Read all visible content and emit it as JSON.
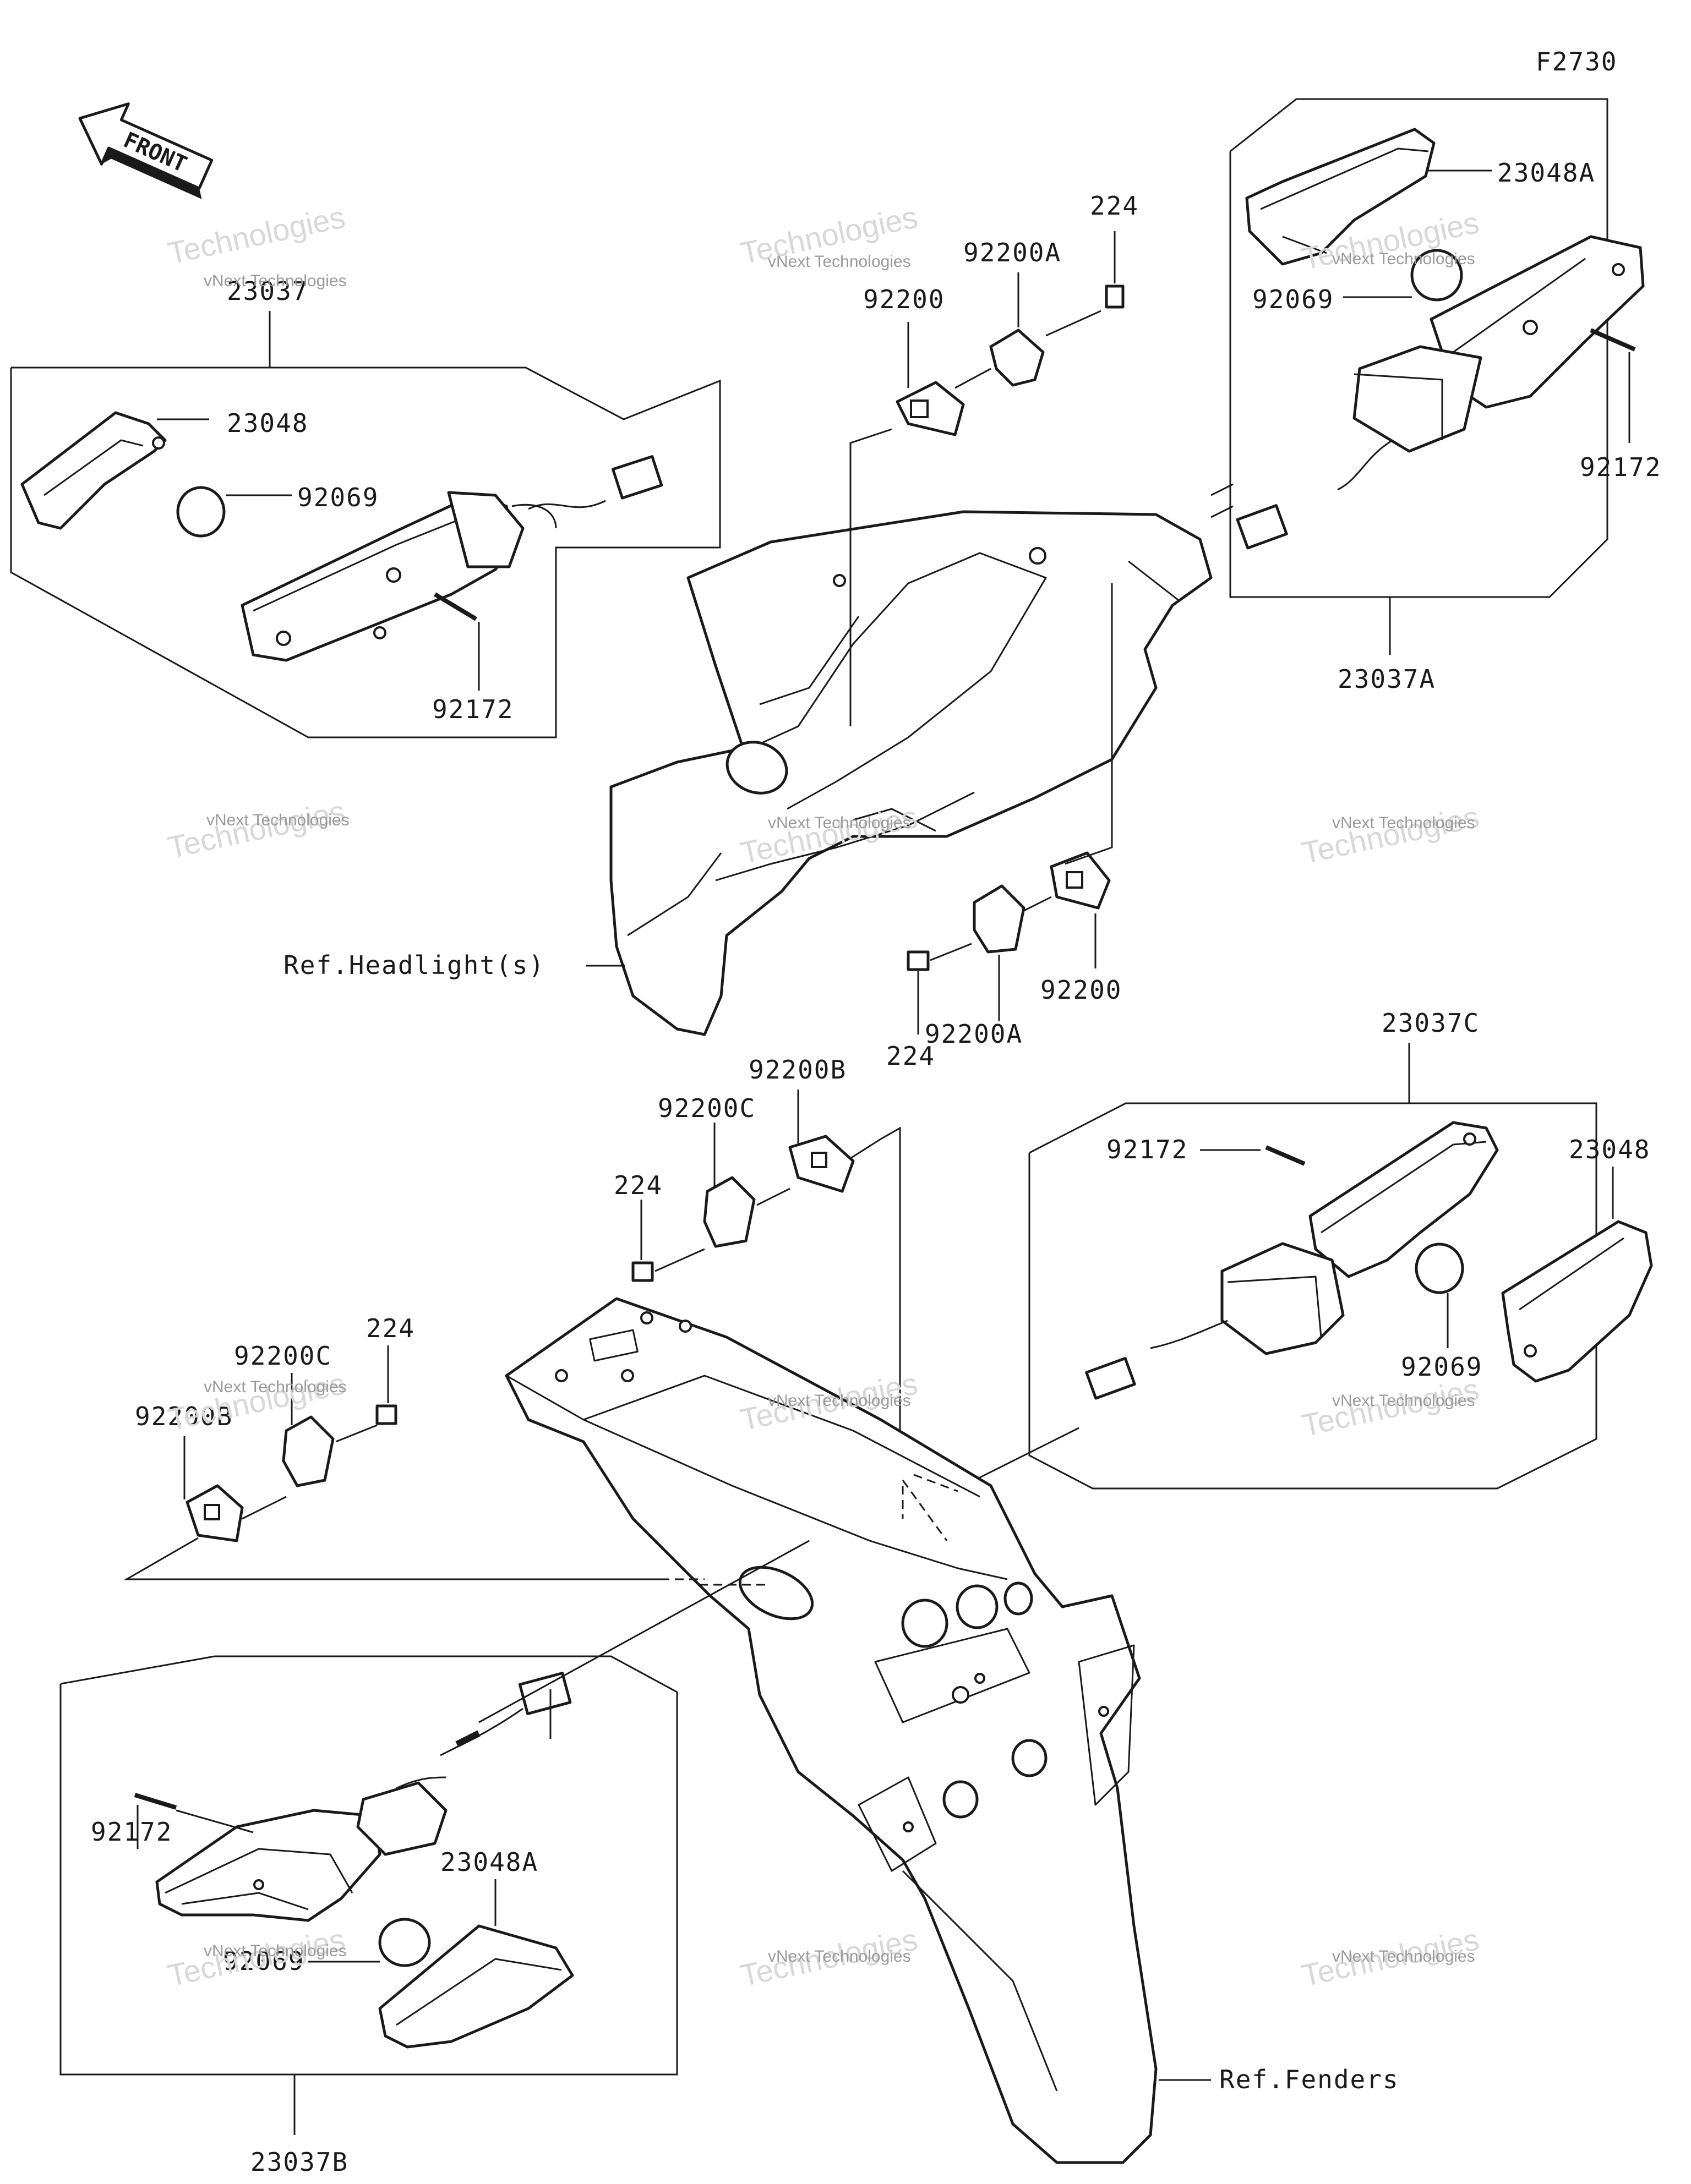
{
  "figure_code": "F2730",
  "front_label": "FRONT",
  "watermark": {
    "line1": "vNext",
    "line2": "Technologies",
    "full": "vNext Technologies"
  },
  "callouts": {
    "a_23037": "23037",
    "a_23048": "23048",
    "a_92069": "92069",
    "a_92172": "92172",
    "b_23048A": "23048A",
    "b_92069": "92069",
    "b_92172": "92172",
    "b_23037A": "23037A",
    "c_224_top": "224",
    "c_92200A_top": "92200A",
    "c_92200_top": "92200",
    "c_92200_mid": "92200",
    "c_92200A_mid": "92200A",
    "c_224_mid": "224",
    "ref_headlight": "Ref.Headlight(s)",
    "d_23037C": "23037C",
    "d_92172": "92172",
    "d_23048": "23048",
    "d_92069": "92069",
    "e_92200B": "92200B",
    "e_92200C": "92200C",
    "e_224": "224",
    "f_224": "224",
    "f_92200C": "92200C",
    "f_92200B": "92200B",
    "g_92172": "92172",
    "g_23048A": "23048A",
    "g_92069": "92069",
    "g_23037B": "23037B",
    "ref_fenders": "Ref.Fenders"
  }
}
